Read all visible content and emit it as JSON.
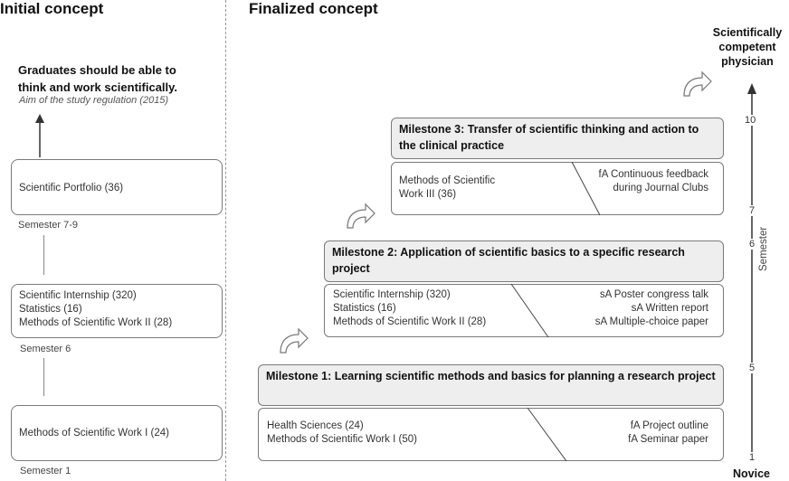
{
  "initial": {
    "header": "Initial concept",
    "goal_line1": "Graduates should be able to",
    "goal_line2": "think and work scientifically.",
    "goal_source": "Aim of the study regulation (2015)",
    "box1": "Scientific Portfolio (36)",
    "box1_semester": "Semester 7-9",
    "box2_lines": [
      "Scientific Internship (320)",
      "Statistics (16)",
      "Methods of Scientific Work II (28)"
    ],
    "box2_semester": "Semester 6",
    "box3": "Methods of Scientific Work I (24)",
    "box3_semester": "Semester 1"
  },
  "finalized": {
    "header": "Finalized concept",
    "milestones": [
      {
        "title": "Milestone 1: Learning scientific methods and basics for planning a research project",
        "left": [
          "Health Sciences (24)",
          "Methods of Scientific Work I (50)"
        ],
        "right": [
          "fA Project outline",
          "fA Seminar paper"
        ]
      },
      {
        "title": "Milestone 2: Application of scientific basics to a specific research project",
        "left": [
          "Scientific Internship (320)",
          "Statistics (16)",
          "Methods of Scientific Work II (28)"
        ],
        "right": [
          "sA Poster congress talk",
          "sA Written report",
          "sA Multiple-choice paper"
        ]
      },
      {
        "title": "Milestone 3: Transfer of scientific thinking and action to the clinical practice",
        "left": [
          "Methods of Scientific",
          "Work III (36)"
        ],
        "right": [
          "fA Continuous feedback",
          "during Journal Clubs"
        ]
      }
    ]
  },
  "axis": {
    "top_line1": "Scientifically",
    "top_line2": "competent",
    "top_line3": "physician",
    "bottom": "Novice",
    "label": "Semester",
    "ticks": [
      "1",
      "5",
      "6",
      "7",
      "10"
    ]
  }
}
